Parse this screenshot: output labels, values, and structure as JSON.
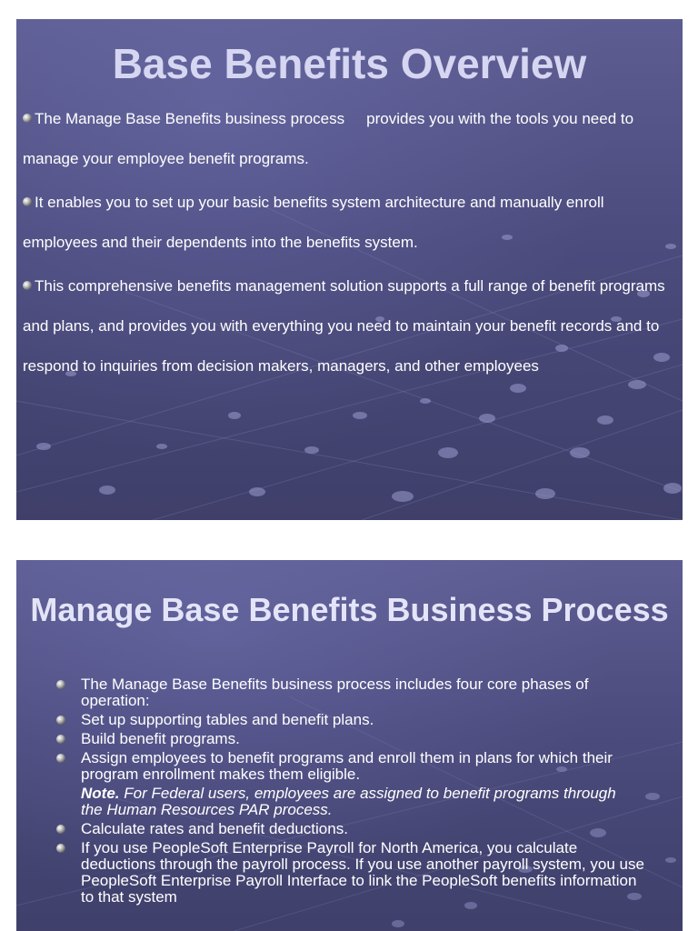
{
  "slide1": {
    "title": "Base Benefits Overview",
    "paragraphs": [
      {
        "part_a": "The Manage Base Benefits business process",
        "part_b": "provides you with the tools you need to manage your employee benefit programs."
      },
      {
        "text": "It enables you to set up your basic benefits system architecture and manually enroll employees and their dependents into the benefits system."
      },
      {
        "text": "This comprehensive benefits management solution supports a full range of benefit programs and plans, and provides you with everything you need to maintain your benefit records and to respond to inquiries from decision makers, managers, and other employees"
      }
    ]
  },
  "slide2": {
    "title": "Manage Base Benefits Business Process",
    "bullets": [
      "The Manage Base Benefits business process includes four core phases of operation:",
      "Set up supporting tables and benefit plans.",
      "Build benefit programs.",
      "Assign employees to benefit programs and enroll them in plans for which their program enrollment makes them eligible."
    ],
    "note": {
      "label": "Note.",
      "text": "For Federal users, employees are assigned to benefit programs through the Human Resources PAR process."
    },
    "bullets_after": [
      "Calculate rates and benefit deductions.",
      "If you use PeopleSoft Enterprise Payroll for North America, you calculate deductions through the payroll process. If you use another payroll system, you use PeopleSoft Enterprise Payroll Interface to link the PeopleSoft benefits information to that system"
    ]
  },
  "colors": {
    "slide_background": "#4b4b7d",
    "title_1": "#d6d6f2",
    "title_2": "#e4e4f8",
    "text": "#ffffff"
  }
}
